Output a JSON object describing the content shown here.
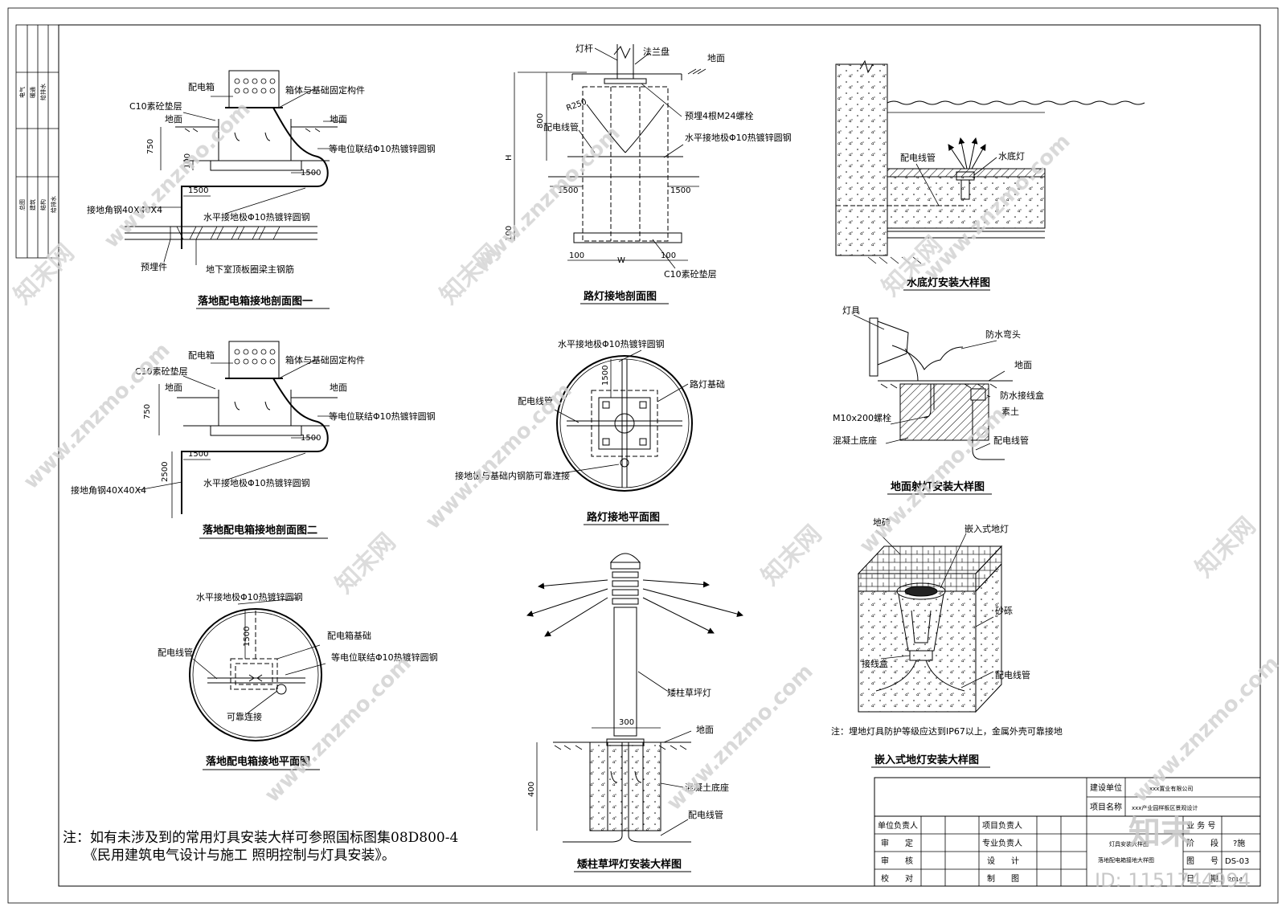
{
  "left_strip": {
    "top_cells": [
      "电气",
      "暖通",
      "给排水"
    ],
    "bottom_cells": [
      "总图",
      "建筑",
      "结构",
      "给排水"
    ]
  },
  "fig1": {
    "caption": "落地配电箱接地剖面图一",
    "labels": {
      "box": "配电箱",
      "fix": "箱体与基础固定构件",
      "c10": "C10素砼垫层",
      "ground_l": "地面",
      "ground_r": "地面",
      "equip": "等电位联结Φ10热镀锌圆钢",
      "horiz": "水平接地极Φ10热镀锌圆钢",
      "angle": "接地角钢40X40X4",
      "embed": "预埋件",
      "rebar": "地下室顶板圈梁主钢筋"
    },
    "dims": [
      "750",
      "100",
      "1500",
      "1500"
    ]
  },
  "fig2": {
    "caption": "落地配电箱接地剖面图二",
    "labels": {
      "box": "配电箱",
      "fix": "箱体与基础固定构件",
      "c10": "C10素砼垫层",
      "ground_l": "地面",
      "ground_r": "地面",
      "equip": "等电位联结Φ10热镀锌圆钢",
      "horiz": "水平接地极Φ10热镀锌圆钢",
      "angle": "接地角钢40X40X4"
    },
    "dims": [
      "750",
      "2500",
      "1500",
      "1500"
    ]
  },
  "fig3": {
    "caption": "落地配电箱接地平面图",
    "labels": {
      "horiz": "水平接地极Φ10热镀锌圆钢",
      "found": "配电箱基础",
      "equip": "等电位联结Φ10热镀锌圆钢",
      "conduit": "配电线管",
      "reliable": "可靠连接"
    },
    "dims": [
      "1500"
    ]
  },
  "fig4": {
    "caption": "路灯接地剖面图",
    "labels": {
      "pole": "灯杆",
      "flange": "法兰盘",
      "ground": "地面",
      "bolts": "预埋4根M24螺栓",
      "conduit": "配电线管",
      "horiz": "水平接地极Φ10热镀锌圆钢",
      "c10": "C10素砼垫层",
      "r": "R250"
    },
    "dims": [
      "800",
      "H",
      "100",
      "1500",
      "1500",
      "100",
      "W",
      "100"
    ]
  },
  "fig5": {
    "caption": "路灯接地平面图",
    "labels": {
      "horiz": "水平接地极Φ10热镀锌圆钢",
      "found": "路灯基础",
      "conduit": "配电线管",
      "connect": "接地极与基础内钢筋可靠连接"
    },
    "dims": [
      "1500"
    ]
  },
  "fig6": {
    "caption": "矮柱草坪灯安装大样图",
    "labels": {
      "lamp": "矮柱草坪灯",
      "ground": "地面",
      "base": "混凝土底座",
      "conduit": "配电线管"
    },
    "dims": [
      "300",
      "400"
    ]
  },
  "fig7": {
    "caption": "水底灯安装大样图",
    "labels": {
      "conduit": "配电线管",
      "lamp": "水底灯"
    }
  },
  "fig8": {
    "caption": "地面射灯安装大样图",
    "labels": {
      "lamp": "灯具",
      "elbow": "防水弯头",
      "ground": "地面",
      "box": "防水接线盒",
      "soil": "素土",
      "bolt": "M10x200螺栓",
      "base": "混凝土底座",
      "conduit": "配电线管"
    }
  },
  "fig9": {
    "caption": "嵌入式地灯安装大样图",
    "labels": {
      "tile": "地砖",
      "lamp": "嵌入式地灯",
      "gravel": "砂砾",
      "jbox": "接线盒",
      "conduit": "配电线管"
    },
    "note": "注：埋地灯具防护等级应达到IP67以上，金属外壳可靠接地"
  },
  "general_note": {
    "line1": "注：如有未涉及到的常用灯具安装大样可参照国标图集08D800-4",
    "line2": "《民用建筑电气设计与施工 照明控制与灯具安装》。"
  },
  "title_block": {
    "client_label": "建设单位",
    "client_value": "xxx置业有限公司",
    "project_label": "项目名称",
    "project_value": "xxx产业园样板区景观设计",
    "rows_left": [
      "单位负责人",
      "审　　定",
      "审　　核",
      "校　　对"
    ],
    "rows_mid": [
      "项目负责人",
      "专业负责人",
      "设　　计",
      "制　　图"
    ],
    "drawing_title_1": "灯具安装大样图",
    "drawing_title_2": "落地配电箱接地大样图",
    "right_rows": [
      "业 务 号",
      "阶　　段",
      "图　　号",
      "日　　期"
    ],
    "stage_value": "?施",
    "sheet_no": "DS-03",
    "date_value": "2014"
  },
  "watermarks": {
    "url": "www.znzmo.com",
    "brand": "知末网",
    "logo": "知末",
    "id": "ID: 1151744994"
  }
}
